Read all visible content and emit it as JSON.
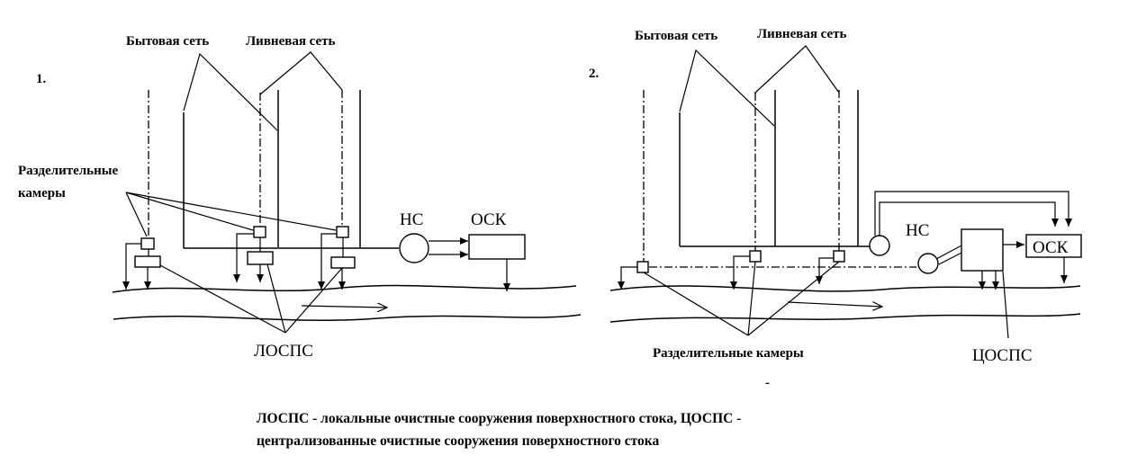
{
  "scheme1": {
    "number": "1.",
    "label_domestic": "Бытовая сеть",
    "label_storm": "Ливневая сеть",
    "label_chambers_line1": "Разделительные",
    "label_chambers_line2": "камеры",
    "label_ns": "НС",
    "label_osk": "ОСК",
    "label_lospsc": "ЛОСПС"
  },
  "scheme2": {
    "number": "2.",
    "label_domestic": "Бытовая сеть",
    "label_storm": "Ливневая сеть",
    "label_chambers": "Разделительные камеры",
    "label_ns": "НС",
    "label_osk": "ОСК",
    "label_cospsc": "ЦОСПС",
    "stray_mark": "-"
  },
  "caption": {
    "line1": "ЛОСПС - локальные очистные сооружения поверхностного стока, ЦОСПС -",
    "line2": "централизованные очистные сооружения поверхностного стока"
  }
}
